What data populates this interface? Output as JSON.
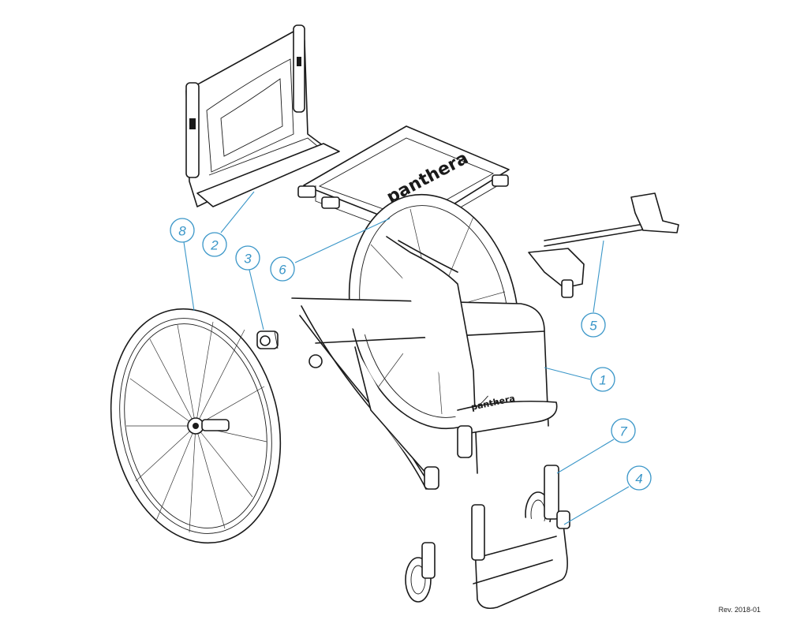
{
  "revision": "Rev. 2018-01",
  "brand_logo_text": "panthera",
  "callouts": [
    {
      "id": "1",
      "label": "1"
    },
    {
      "id": "2",
      "label": "2"
    },
    {
      "id": "3",
      "label": "3"
    },
    {
      "id": "4",
      "label": "4"
    },
    {
      "id": "5",
      "label": "5"
    },
    {
      "id": "6",
      "label": "6"
    },
    {
      "id": "7",
      "label": "7"
    },
    {
      "id": "8",
      "label": "8"
    }
  ],
  "colors": {
    "callout": "#3a96c8",
    "line": "#1a1a1a"
  }
}
